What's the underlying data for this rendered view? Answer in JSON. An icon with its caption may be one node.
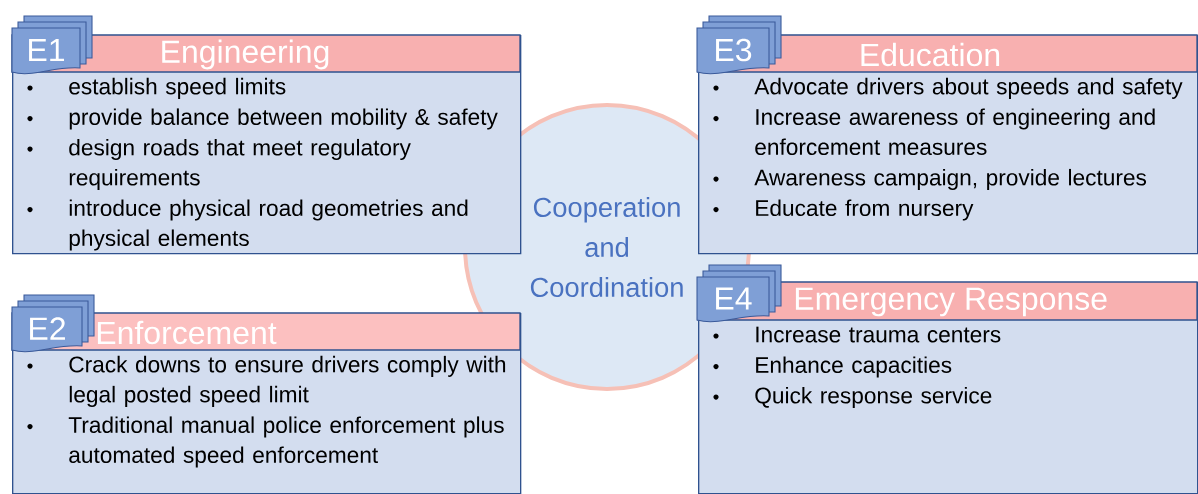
{
  "diagram": {
    "nodes": [
      {
        "text": [
          "E1"
        ]
      },
      {
        "text": [
          "Engineering",
          "establish speed limits",
          "provide balance between mobility & safety",
          "design roads that meet regulatory requirements",
          "introduce physical road geometries and physical elements"
        ]
      },
      {
        "text": [
          "E3"
        ]
      },
      {
        "text": [
          "Education",
          "Advocate drivers about speeds and safety",
          "Increase awareness of engineering and enforcement measures",
          "Awareness campaign, provide lectures",
          "Educate from nursery"
        ]
      },
      {
        "text": [
          "Cooperation and Coordination"
        ]
      },
      {
        "text": [
          "E2"
        ]
      },
      {
        "text": [
          "Enforcement",
          "Crack downs to ensure drivers comply with legal posted speed limit",
          "Traditional manual police enforcement plus automated speed enforcement"
        ]
      },
      {
        "text": [
          "E4"
        ]
      },
      {
        "text": [
          "Emergency Response",
          "Increase trauma centers",
          "Enhance capacities",
          "Quick response service"
        ]
      }
    ]
  }
}
